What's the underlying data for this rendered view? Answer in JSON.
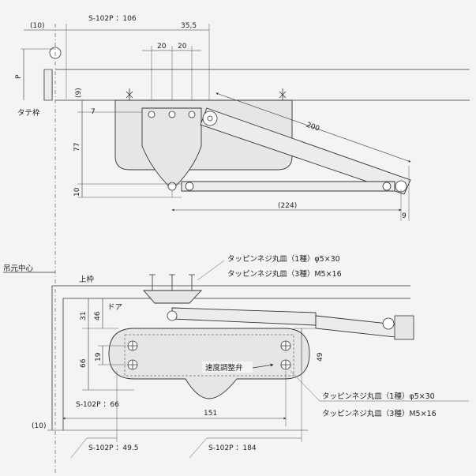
{
  "top_view": {
    "label_s102p_106": "S-102P ：106",
    "dim_10": "(10)",
    "dim_35_5": "35,5",
    "dim_20a": "20",
    "dim_20b": "20",
    "dim_9": "(9)",
    "dim_7": "7",
    "dim_77": "77",
    "dim_10b": "10",
    "dim_P": "P",
    "label_frame": "タテ枠",
    "dim_200": "200",
    "dim_224": "(224)",
    "dim_9b": "9"
  },
  "bottom_view": {
    "label_center": "吊元中心",
    "label_upper_frame": "上枠",
    "label_door": "ドア",
    "screw1_top": "タッピンネジ丸皿（1種）φ5×30",
    "screw2_top": "タッピンネジ丸皿（3種）M5×16",
    "dim_31": "31",
    "dim_46": "46",
    "dim_66": "66",
    "dim_19": "19",
    "dim_49": "49",
    "label_speed_valve": "速度調整弁",
    "label_s102p_66": "S-102P ：66",
    "dim_151": "151",
    "dim_10": "(10)",
    "screw1_bottom": "タッピンネジ丸皿（1種）φ5×30",
    "screw2_bottom": "タッピンネジ丸皿（3種）M5×16",
    "label_s102p_49_5": "S-102P ：49.5",
    "label_s102p_184": "S-102P ：184"
  }
}
